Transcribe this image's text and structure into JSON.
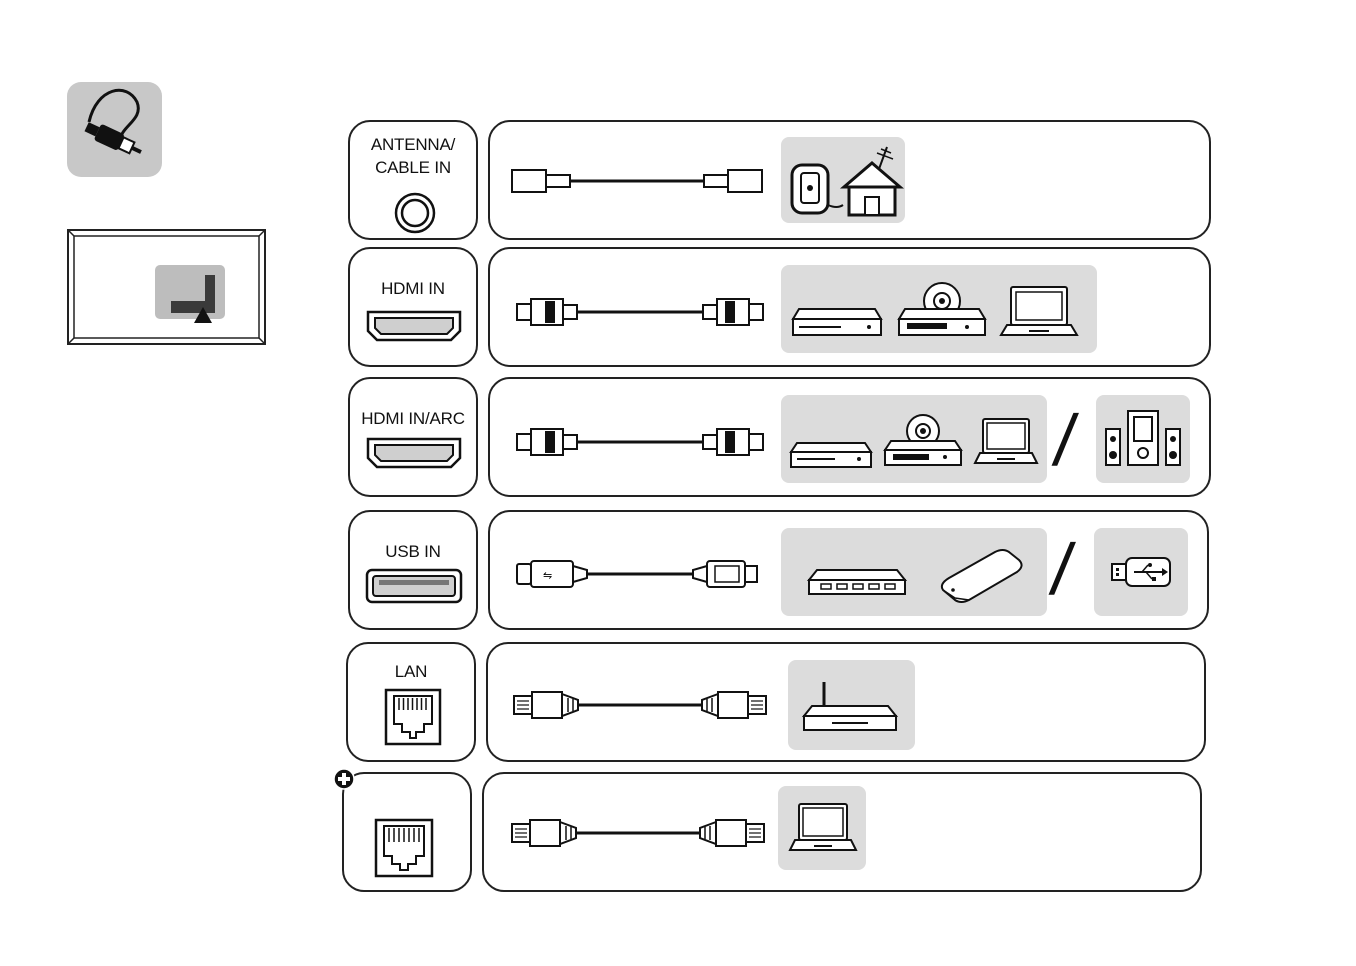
{
  "ports": {
    "antenna": {
      "line1": "ANTENNA/",
      "line2": "CABLE IN"
    },
    "hdmi": {
      "label": "HDMI IN"
    },
    "hdmi_arc": {
      "label": "HDMI IN/ARC"
    },
    "usb": {
      "label": "USB IN"
    },
    "lan": {
      "label": "LAN"
    }
  },
  "separators": {
    "slash": "/"
  },
  "colors": {
    "panel": "#dcdcdc",
    "line": "#222222",
    "badge": "#c8c8c8"
  },
  "icons": [
    "cable-plug-icon",
    "tv-rear-icon",
    "antenna-house-icon",
    "settop-box-icon",
    "dvd-player-icon",
    "laptop-icon",
    "speaker-system-icon",
    "usb-hub-icon",
    "hard-drive-icon",
    "usb-flash-icon",
    "router-icon",
    "plus-badge-icon"
  ]
}
